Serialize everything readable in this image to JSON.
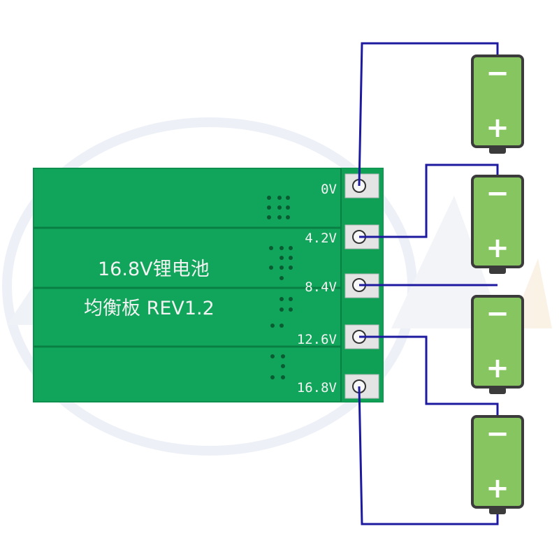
{
  "board": {
    "title_line1": "16.8V锂电池",
    "title_line2": "均衡板 REV1.2",
    "pads": [
      "0V",
      "4.2V",
      "8.4V",
      "12.6V",
      "16.8V"
    ]
  },
  "batteries": [
    {
      "neg": "−",
      "pos": "+"
    },
    {
      "neg": "−",
      "pos": "+"
    },
    {
      "neg": "−",
      "pos": "+"
    },
    {
      "neg": "−",
      "pos": "+"
    }
  ],
  "colors": {
    "pcb": "#10a55a",
    "pcb_dark": "#0b8a4a",
    "battery": "#86c560",
    "battery_border": "#3b3b3b",
    "wire": "#1d1aa0",
    "pad": "#e4e4e4",
    "watermark": "#e6ebf5"
  }
}
